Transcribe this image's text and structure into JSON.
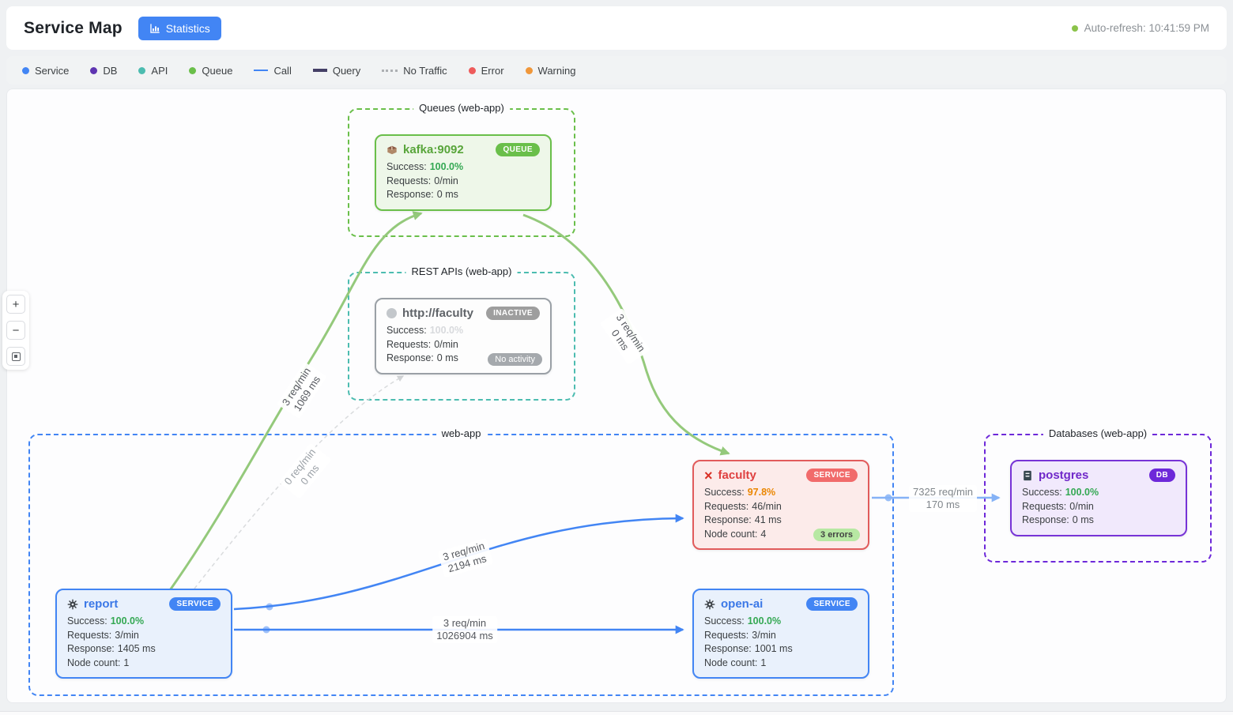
{
  "header": {
    "title": "Service Map",
    "statistics_button": "Statistics",
    "auto_refresh": "Auto-refresh: 10:41:59 PM"
  },
  "legend": {
    "items": [
      {
        "label": "Service",
        "swatch": "dot",
        "color": "#4285f4"
      },
      {
        "label": "DB",
        "swatch": "dot",
        "color": "#5e35b1"
      },
      {
        "label": "API",
        "swatch": "dot",
        "color": "#4cbcb0"
      },
      {
        "label": "Queue",
        "swatch": "dot",
        "color": "#6abf4a"
      },
      {
        "label": "Call",
        "swatch": "line",
        "color": "#4285f4"
      },
      {
        "label": "Query",
        "swatch": "thick-line",
        "color": "#443f66"
      },
      {
        "label": "No Traffic",
        "swatch": "dotted-line",
        "color": "#adb0b3"
      },
      {
        "label": "Error",
        "swatch": "dot",
        "color": "#ee5b5b"
      },
      {
        "label": "Warning",
        "swatch": "dot",
        "color": "#f0973a"
      }
    ]
  },
  "controls": {
    "zoom_in": "+",
    "zoom_out": "−"
  },
  "groups": {
    "queues": {
      "label": "Queues (web-app)"
    },
    "rest_apis": {
      "label": "REST APIs (web-app)"
    },
    "web_app": {
      "label": "web-app"
    },
    "databases": {
      "label": "Databases (web-app)"
    }
  },
  "labels": {
    "success": "Success:",
    "requests": "Requests:",
    "response": "Response:",
    "node_count": "Node count:"
  },
  "nodes": {
    "kafka": {
      "name": "kafka:9092",
      "badge": "QUEUE",
      "success": "100.0%",
      "requests": "0/min",
      "response": "0 ms"
    },
    "http_faculty": {
      "name": "http://faculty",
      "badge": "INACTIVE",
      "success": "100.0%",
      "requests": "0/min",
      "response": "0 ms",
      "activity_badge": "No activity"
    },
    "faculty": {
      "name": "faculty",
      "badge": "SERVICE",
      "success": "97.8%",
      "requests": "46/min",
      "response": "41 ms",
      "node_count": "4",
      "errors_badge": "3 errors"
    },
    "report": {
      "name": "report",
      "badge": "SERVICE",
      "success": "100.0%",
      "requests": "3/min",
      "response": "1405 ms",
      "node_count": "1"
    },
    "open_ai": {
      "name": "open-ai",
      "badge": "SERVICE",
      "success": "100.0%",
      "requests": "3/min",
      "response": "1001 ms",
      "node_count": "1"
    },
    "postgres": {
      "name": "postgres",
      "badge": "DB",
      "success": "100.0%",
      "requests": "0/min",
      "response": "0 ms"
    }
  },
  "edges": [
    {
      "from": "report",
      "to": "kafka",
      "rate": "3 req/min",
      "latency": "1069 ms"
    },
    {
      "from": "kafka",
      "to": "faculty",
      "rate": "3 req/min",
      "latency": "0 ms"
    },
    {
      "from": "report",
      "to": "http_faculty",
      "rate": "0 req/min",
      "latency": "0 ms"
    },
    {
      "from": "report",
      "to": "faculty",
      "rate": "3 req/min",
      "latency": "2194 ms"
    },
    {
      "from": "report",
      "to": "open_ai",
      "rate": "3 req/min",
      "latency": "1026904 ms"
    },
    {
      "from": "faculty",
      "to": "postgres",
      "rate": "7325 req/min",
      "latency": "170 ms"
    }
  ],
  "colors": {
    "accent_blue": "#4285f4",
    "edge_green": "#94c97b",
    "edge_light_blue": "#85b2f6",
    "success_green": "#34a853",
    "error_red": "#df4040",
    "warning_orange": "#ea8600",
    "db_purple": "#6d28d9"
  }
}
